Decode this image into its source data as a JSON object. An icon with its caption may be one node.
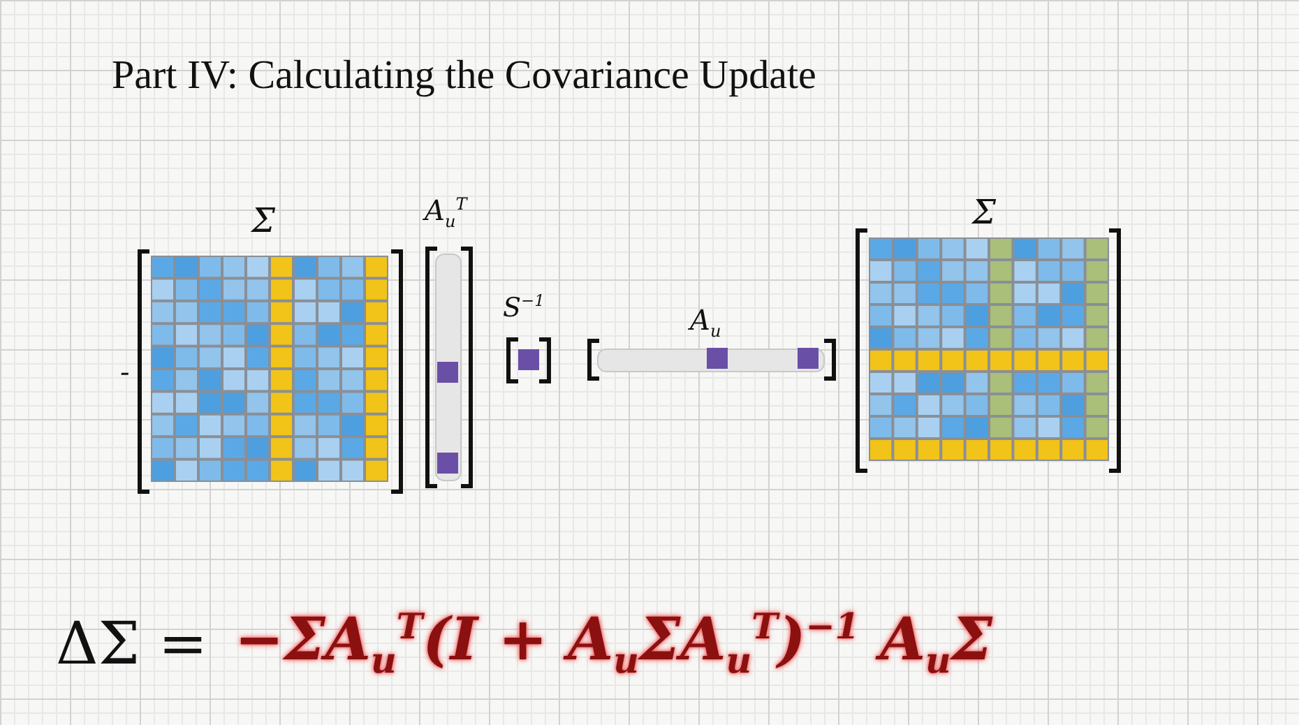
{
  "diagram": {
    "title": "Part IV: Calculating the Covariance Update",
    "labels": [
      "A$_{u}$$^{T}$",
      "Σ",
      "Σ",
      "S$^{−1}$",
      "A$_{u}$",
      "-",
      "ΔΣ =",
      "−ΣA$_{u}$$^{T}$(I + A$_{u}$ΣA$_{u}$$^{T}$)$^{−1}$ A$_{u}$Σ"
    ]
  }
}
